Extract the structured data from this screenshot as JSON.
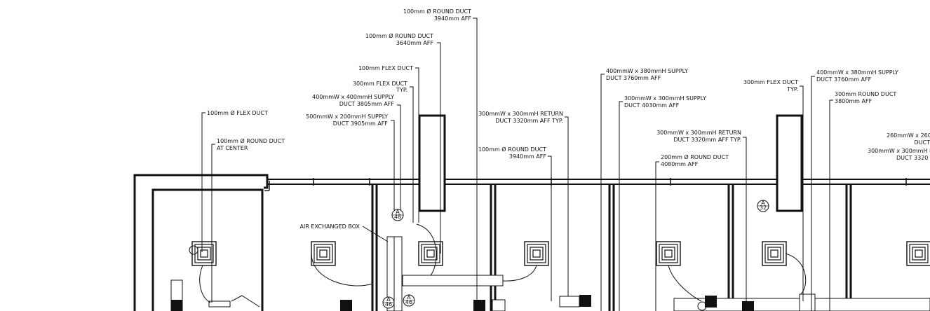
{
  "drawing": {
    "labels": {
      "l01": [
        "100mm Ø ROUND DUCT",
        "3940mm AFF"
      ],
      "l02": [
        "100mm Ø ROUND DUCT",
        "3640mm AFF"
      ],
      "l03": [
        "100mm FLEX DUCT"
      ],
      "l04": [
        "300mm FLEX DUCT",
        "TYP."
      ],
      "l05": [
        "400mmW x 400mmH SUPPLY",
        "DUCT 3805mm AFF"
      ],
      "l06": [
        "500mmW x 200mmH SUPPLY",
        "DUCT 3905mm AFF"
      ],
      "l07": [
        "100mm Ø FLEX DUCT"
      ],
      "l08": [
        "100mm Ø ROUND DUCT",
        "AT CENTER"
      ],
      "l09": [
        "AIR EXCHANGED BOX"
      ],
      "l10": [
        "400mmW x 380mmH SUPPLY",
        "DUCT 3760mm AFF"
      ],
      "l11": [
        "300mmW x 300mmH SUPPLY",
        "DUCT 4030mm AFF"
      ],
      "l12": [
        "300mmW x 300mmH RETURN",
        "DUCT 3320mm AFF TYP."
      ],
      "l13": [
        "100mm Ø ROUND DUCT",
        "3940mm AFF"
      ],
      "l14": [
        "300mm FLEX DUCT",
        "TYP."
      ],
      "l15": [
        "400mmW x 380mmH SUPPLY",
        "DUCT 3760mm AFF"
      ],
      "l16": [
        "300mm ROUND DUCT",
        "3800mm AFF"
      ],
      "l17": [
        "300mmW x 300mmH RETURN",
        "DUCT 3320mm AFF TYP."
      ],
      "l18": [
        "200mm Ø ROUND DUCT",
        "4080mm AFF"
      ],
      "l19": [
        "260mmW x 260",
        "DUCT"
      ],
      "l20": [
        "300mmW x 300mmH R",
        "DUCT 3320"
      ]
    },
    "tags": {
      "t1": [
        "A",
        "48"
      ],
      "t2": [
        "A",
        "32"
      ],
      "t3": [
        "A",
        "46"
      ],
      "t4": [
        "A",
        "46"
      ]
    }
  }
}
